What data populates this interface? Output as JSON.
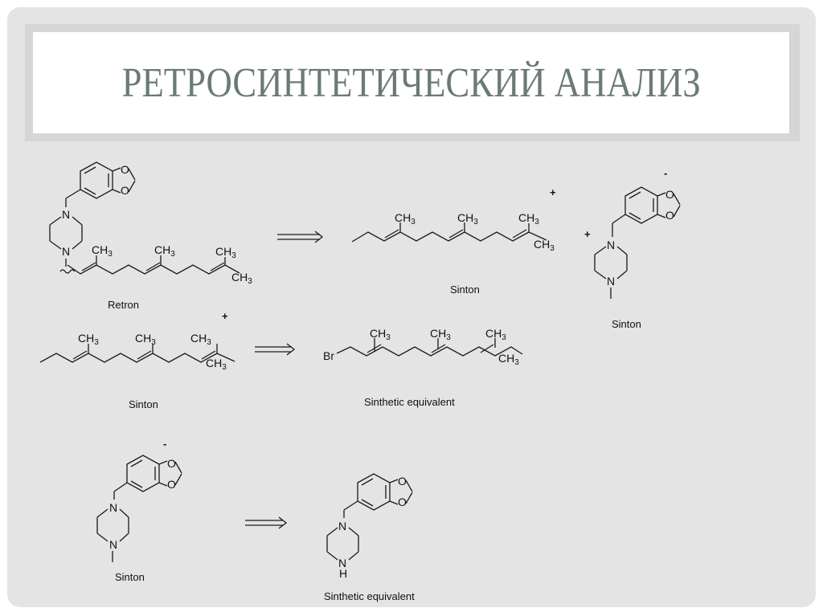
{
  "title": "РЕТРОСИНТЕТИЧЕСКИЙ АНАЛИЗ",
  "colors": {
    "background": "#e4e4e4",
    "title_frame": "#d6d6d6",
    "title_box": "#ffffff",
    "title_text": "#6b7b72"
  },
  "diagram": {
    "retron": {
      "label": "Retron"
    },
    "sinton_top_chain": {
      "label": "Sinton",
      "charge": "+"
    },
    "sinton_top_piperazine": {
      "label": "Sinton",
      "charge": "-",
      "plus": "+"
    },
    "sinton_mid_chain": {
      "label": "Sinton",
      "charge": "+"
    },
    "synth_eq_bromide": {
      "label": "Sinthetic equivalent",
      "leaving_group": "Br"
    },
    "sinton_bottom_piperazine": {
      "label": "Sinton",
      "charge": "-"
    },
    "synth_eq_piperazine": {
      "label": "Sinthetic equivalent",
      "nh": "N",
      "h": "H"
    },
    "atoms": {
      "ch3": "CH",
      "sub3": "3",
      "n": "N",
      "o": "O"
    },
    "arrows": [
      "retro-arrow-1",
      "retro-arrow-2",
      "retro-arrow-3"
    ]
  }
}
